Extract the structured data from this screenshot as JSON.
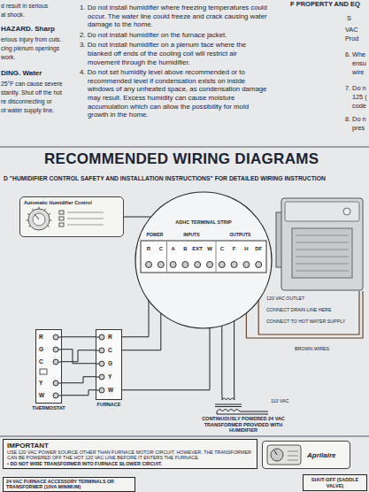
{
  "diagram": {
    "title": "RECOMMENDED WIRING DIAGRAMS",
    "nodes": [
      {
        "text": [
          "Automatic Humidifier Control"
        ]
      },
      {
        "text": [
          "ADHC TERMINAL STRIP"
        ]
      },
      {
        "text": [
          "THERMOSTAT"
        ]
      },
      {
        "text": [
          "FURNACE"
        ]
      },
      {
        "text": [
          "CONTINUOUSLY POWERED 24 VAC TRANSFORMER PROVIDED WITH HUMIDIFIER"
        ]
      },
      {
        "text": [
          "IMPORTANT",
          "USE 120 VAC POWER SOURCE OTHER THAN FURNACE MOTOR CIRCUIT. HOWEVER, THE TRANSFORMER CAN BE POWERED OFF THE HOT 120 VAC LINE BEFORE IT ENTERS THE FURNACE.",
          "• DO NOT WIRE TRANSFORMER INTO FURNACE BLOWER CIRCUIT."
        ]
      },
      {
        "text": [
          "Aprilaire"
        ]
      },
      {
        "text": [
          "24 VAC FURNACE ACCESSORY TERMINALS OR TRANSFORMER (10VA MINIMUM)"
        ]
      },
      {
        "text": [
          "SHUT-OFF (SADDLE VALVE)"
        ]
      }
    ],
    "edges": [
      {
        "from": 0,
        "to": 1,
        "arrow": "none"
      },
      {
        "from": 2,
        "to": 3,
        "arrow": "none"
      },
      {
        "from": 3,
        "to": 1,
        "arrow": "none"
      },
      {
        "from": 4,
        "to": 1,
        "arrow": "none"
      }
    ],
    "labels": [
      "d result in serious",
      "al shock.",
      "HAZARD. Sharp",
      "erious injury from cuts.",
      "cing plenum openings",
      "work.",
      "DING. Water",
      "25°F can cause severe",
      "stantly. Shut off the hot",
      "re disconnecting or",
      "ot water supply line.",
      "F PROPERTY AND EQ",
      "1. Do not install humidifier where freezing temperatures could occur. The water line could freeze and crack causing water damage to the home.",
      "2. Do not install humidifier on the furnace jacket.",
      "3. Do not install humidifier on a plenum face where the blanked off ends of the cooling coil will restrict air movement through the humidifier.",
      "4. Do not set humidity level above recommended or to recommended level if condensation exists on inside windows of any unheated space, as condensation damage may result. Excess humidity can cause moisture accumulation which can allow the possibility for mold growth in the home.",
      "S",
      "VAC",
      "Prod",
      "6. Whe",
      "ensu",
      "wire",
      "7. Do n",
      "125 (",
      "code",
      "8. Do n",
      "pres",
      "D \"HUMIDIFIER CONTROL SAFETY AND INSTALLATION INSTRUCTIONS\" FOR DETAILED WIRING INSTRUCTION",
      "POWER",
      "INPUTS",
      "OUTPUTS",
      "R",
      "C",
      "A",
      "B",
      "EXT",
      "W",
      "C",
      "F",
      "H",
      "DF",
      "R",
      "G",
      "C",
      "Y",
      "W",
      "R",
      "C",
      "G",
      "Y",
      "W",
      "120 VAC OUTLET",
      "CONNECT DRAIN LINE HERE",
      "CONNECT TO HOT WATER SUPPLY",
      "BROWN WIRES",
      "110 VAC"
    ]
  }
}
